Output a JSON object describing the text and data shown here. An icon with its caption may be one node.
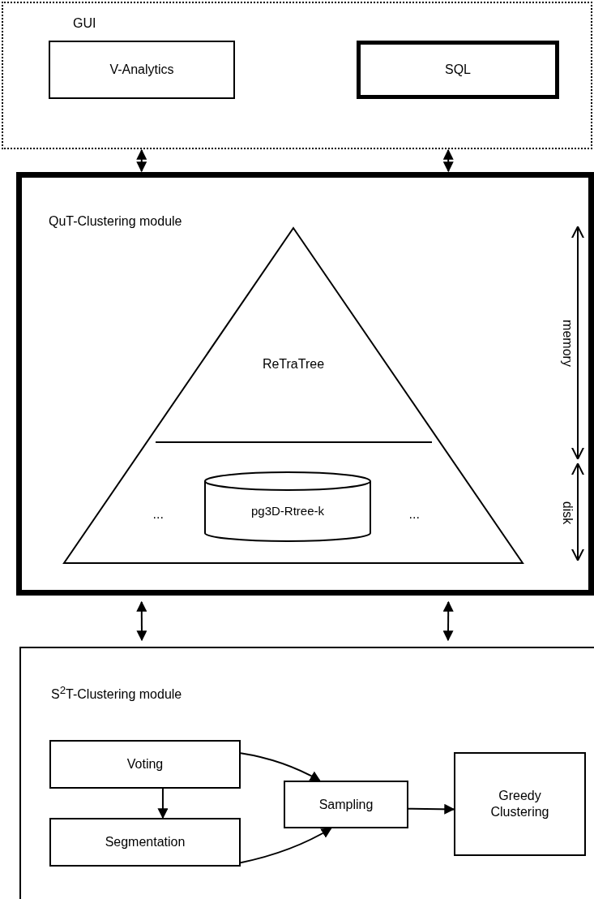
{
  "diagram": {
    "nodes": [
      {
        "text": [
          "GUI"
        ]
      },
      {
        "text": [
          "V-Analytics"
        ],
        "in": 0
      },
      {
        "text": [
          "SQL"
        ],
        "in": 0
      },
      {
        "text": [
          "QuT-Clustering module"
        ]
      },
      {
        "text": [
          "ReTraTree"
        ],
        "in": 3
      },
      {
        "text": [
          "pg3D-Rtree-k"
        ],
        "in": 4
      },
      {
        "text": [
          "S$^{2}$T-Clustering module"
        ]
      },
      {
        "text": [
          "Voting"
        ],
        "in": 6
      },
      {
        "text": [
          "Segmentation"
        ],
        "in": 6
      },
      {
        "text": [
          "Sampling"
        ],
        "in": 6
      },
      {
        "text": [
          "Greedy Clustering"
        ],
        "in": 6
      }
    ],
    "edges": [
      {
        "from": 0,
        "to": 3,
        "arrow": "both"
      },
      {
        "from": 0,
        "to": 3,
        "arrow": "both"
      },
      {
        "from": 3,
        "to": 6,
        "arrow": "both"
      },
      {
        "from": 3,
        "to": 6,
        "arrow": "both"
      },
      {
        "from": 7,
        "to": 9,
        "arrow": "to"
      },
      {
        "from": 7,
        "to": 8,
        "arrow": "to"
      },
      {
        "from": 8,
        "to": 9,
        "arrow": "to"
      },
      {
        "from": 9,
        "to": 10,
        "arrow": "to"
      }
    ],
    "labels": [
      "memory",
      "...",
      "...",
      "disk"
    ]
  }
}
